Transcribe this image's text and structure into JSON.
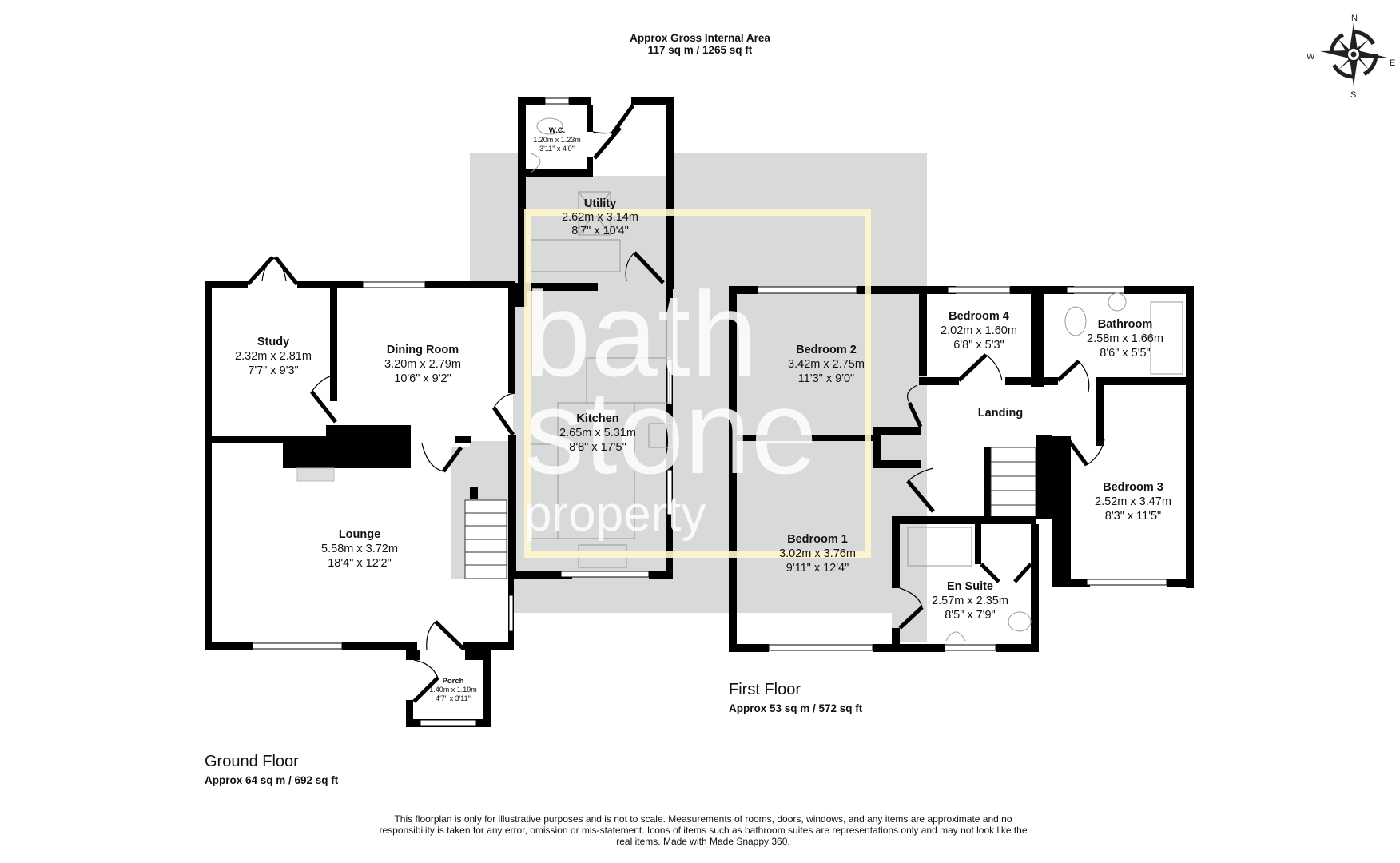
{
  "header": {
    "line1": "Approx Gross Internal Area",
    "line2": "117 sq m / 1265 sq ft"
  },
  "compass": {
    "n": "N",
    "e": "E",
    "s": "S",
    "w": "W",
    "icon": "compass-rose-icon"
  },
  "watermark": {
    "line1": "bath",
    "line2": "stone",
    "line3": "property",
    "box_color": "#d8d9d9",
    "frame_color": "#fff6cc"
  },
  "ground_floor": {
    "label": "Ground Floor",
    "area": "Approx 64 sq m / 692 sq ft",
    "rooms": [
      {
        "name": "W.C.",
        "metric": "1.20m x 1.23m",
        "imperial": "3'11\" x 4'0\""
      },
      {
        "name": "Utility",
        "metric": "2.62m x 3.14m",
        "imperial": "8'7\" x 10'4\""
      },
      {
        "name": "Study",
        "metric": "2.32m x 2.81m",
        "imperial": "7'7\" x 9'3\""
      },
      {
        "name": "Dining Room",
        "metric": "3.20m x 2.79m",
        "imperial": "10'6\" x 9'2\""
      },
      {
        "name": "Kitchen",
        "metric": "2.65m x 5.31m",
        "imperial": "8'8\" x 17'5\""
      },
      {
        "name": "Lounge",
        "metric": "5.58m x 3.72m",
        "imperial": "18'4\" x 12'2\""
      },
      {
        "name": "Porch",
        "metric": "1.40m x 1.19m",
        "imperial": "4'7\" x 3'11\""
      }
    ]
  },
  "first_floor": {
    "label": "First Floor",
    "area": "Approx 53 sq m / 572 sq ft",
    "rooms": [
      {
        "name": "Bedroom 2",
        "metric": "3.42m x 2.75m",
        "imperial": "11'3\" x 9'0\""
      },
      {
        "name": "Bedroom 4",
        "metric": "2.02m x 1.60m",
        "imperial": "6'8\" x 5'3\""
      },
      {
        "name": "Bathroom",
        "metric": "2.58m x 1.66m",
        "imperial": "8'6\" x 5'5\""
      },
      {
        "name": "Landing"
      },
      {
        "name": "Bedroom 3",
        "metric": "2.52m x 3.47m",
        "imperial": "8'3\" x 11'5\""
      },
      {
        "name": "Bedroom 1",
        "metric": "3.02m x 3.76m",
        "imperial": "9'11\" x 12'4\""
      },
      {
        "name": "En Suite",
        "metric": "2.57m x 2.35m",
        "imperial": "8'5\" x 7'9\""
      }
    ]
  },
  "disclaimer": "This floorplan is only for illustrative purposes and is not to scale. Measurements of rooms, doors, windows, and any items are approximate and no responsibility is taken for any error, omission or mis-statement. Icons of items such as bathroom suites are representations only and may not look like the real items. Made with Made Snappy 360."
}
